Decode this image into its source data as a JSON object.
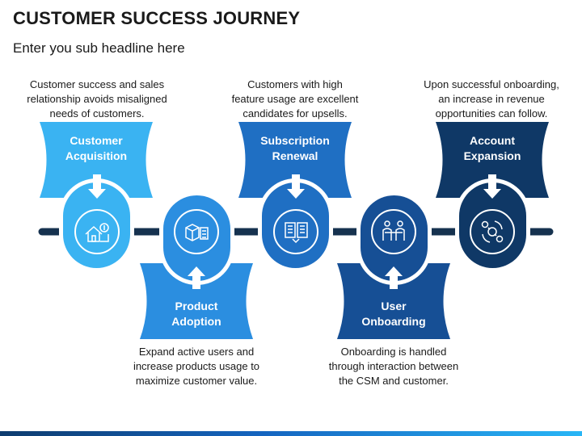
{
  "title": "CUSTOMER SUCCESS JOURNEY",
  "subtitle": "Enter you sub headline here",
  "colors": {
    "step1": "#3ab3f2",
    "step2": "#2b8ee0",
    "step3": "#1f6fc3",
    "step4": "#164f95",
    "step5": "#0f3866",
    "timeline": "#16324f"
  },
  "steps": [
    {
      "label_line1": "Customer",
      "label_line2": "Acquisition",
      "icon": "house-dollar-icon",
      "desc_line1": "Customer success and sales",
      "desc_line2": "relationship avoids misaligned",
      "desc_line3": "needs of customers."
    },
    {
      "label_line1": "Product",
      "label_line2": "Adoption",
      "icon": "box-checklist-icon",
      "desc_line1": "Expand active users and",
      "desc_line2": "increase products usage to",
      "desc_line3": "maximize customer value."
    },
    {
      "label_line1": "Subscription",
      "label_line2": "Renewal",
      "icon": "subscription-form-icon",
      "desc_line1": "Customers with high",
      "desc_line2": "feature usage are excellent",
      "desc_line3": "candidates for upsells."
    },
    {
      "label_line1": "User",
      "label_line2": "Onboarding",
      "icon": "people-meeting-icon",
      "desc_line1": "Onboarding is handled",
      "desc_line2": "through interaction between",
      "desc_line3": "the CSM and customer."
    },
    {
      "label_line1": "Account",
      "label_line2": "Expansion",
      "icon": "dollar-cycle-icon",
      "desc_line1": "Upon successful onboarding,",
      "desc_line2": "an increase in revenue",
      "desc_line3": "opportunities can follow."
    }
  ]
}
